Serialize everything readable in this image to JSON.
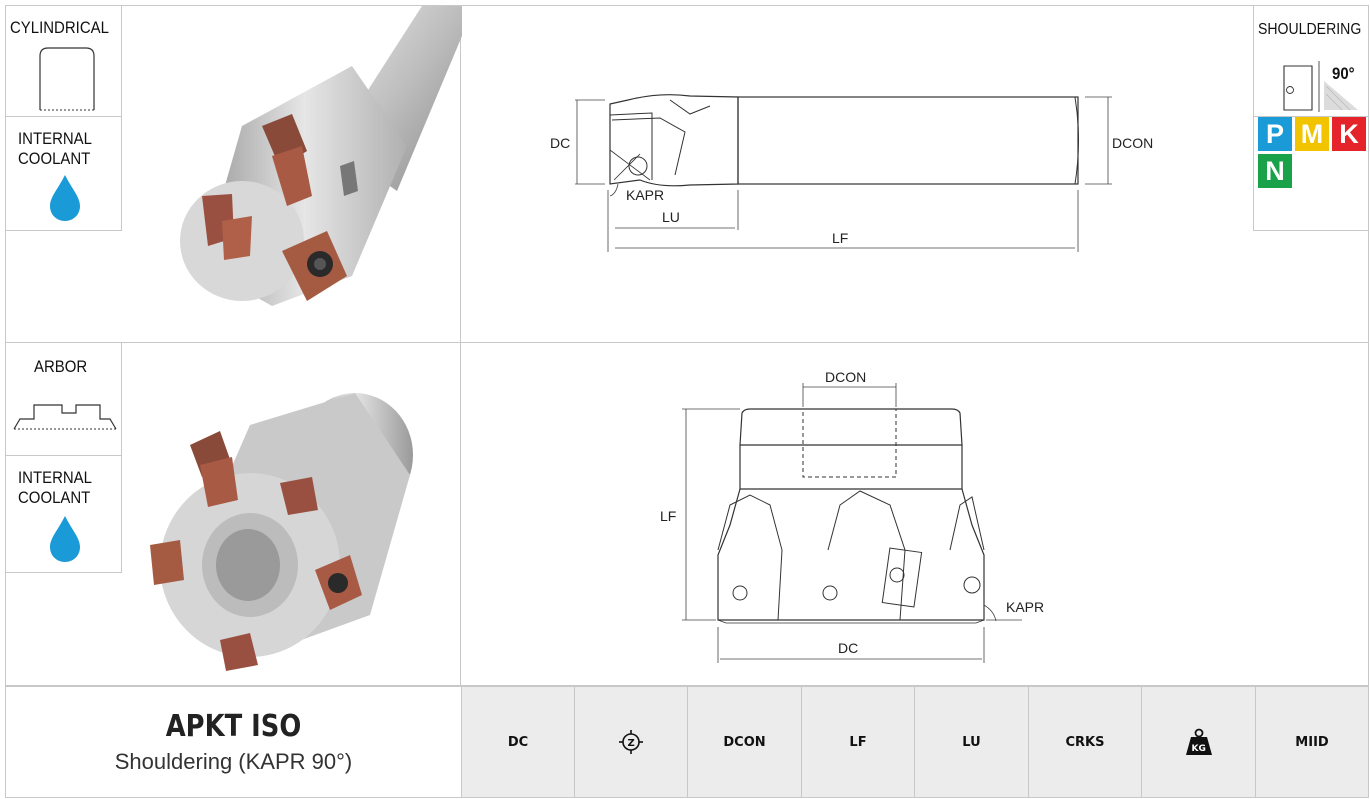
{
  "top_left": {
    "shank_type": "CYLINDRICAL",
    "coolant_line1": "INTERNAL",
    "coolant_line2": "COOLANT"
  },
  "mid_left": {
    "mount_type": "ARBOR",
    "coolant_line1": "INTERNAL",
    "coolant_line2": "COOLANT"
  },
  "drawing_top": {
    "dc": "DC",
    "kapr": "KAPR",
    "lu": "LU",
    "lf": "LF",
    "dcon": "DCON"
  },
  "drawing_mid": {
    "dcon": "DCON",
    "lf": "LF",
    "kapr": "KAPR",
    "dc": "DC"
  },
  "operation": {
    "label": "SHOULDERING",
    "angle": "90°"
  },
  "materials": [
    {
      "code": "P",
      "color": "#1a9ad6"
    },
    {
      "code": "M",
      "color": "#f2c400"
    },
    {
      "code": "K",
      "color": "#e4232b"
    },
    {
      "code": "N",
      "color": "#1aa24a"
    }
  ],
  "product": {
    "name": "APKT ISO",
    "subtitle": "Shouldering (KAPR 90°)"
  },
  "columns": {
    "dc": "DC",
    "z_icon": "teeth-count-icon",
    "dcon": "DCON",
    "lf": "LF",
    "lu": "LU",
    "crks": "CRKS",
    "weight_icon": "weight-kg-icon",
    "weight_unit": "KG",
    "miid": "MIID"
  }
}
